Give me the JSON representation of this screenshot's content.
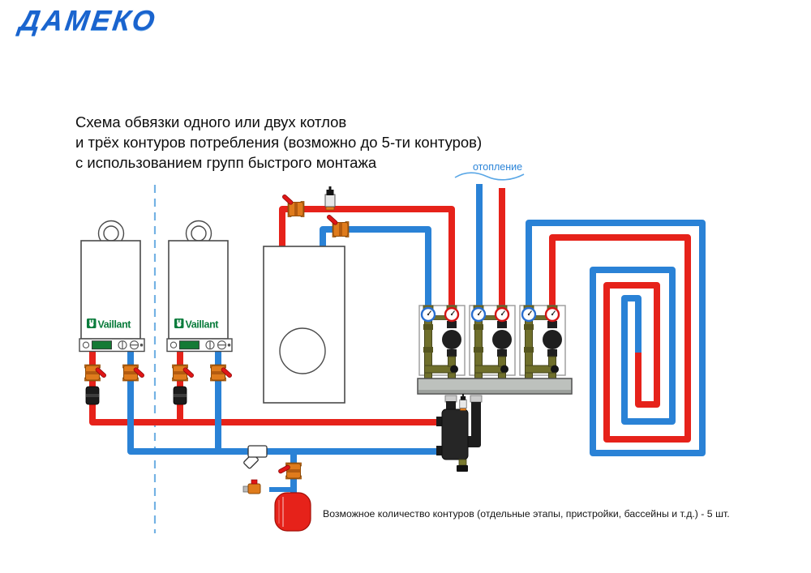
{
  "logo": {
    "text": "ДАМЕКО"
  },
  "title": {
    "line1": "Схема обвязки одного или двух котлов",
    "line2": "и трёх контуров потребления (возможно до 5-ти контуров)",
    "line3": "с использованием групп быстрого монтажа"
  },
  "labels": {
    "heating_circuit": "отопление",
    "bottom_note": "Возможное количество контуров (отдельные этапы, пристройки, бассейны и т.д.) - 5 шт.",
    "boiler_brand": "Vaillant"
  },
  "colors": {
    "supply_red": "#e6221a",
    "return_blue": "#2a82d6",
    "valve_orange": "#df7b1c",
    "valve_lever_red": "#e01616",
    "brass_olive": "#6f6f2b",
    "vaillant_green": "#0a7c3c",
    "logo_blue": "#1a64ce",
    "manifold_gray": "#bdc1bd",
    "separator_black": "#262626",
    "expansion_tank_red": "#e6221a",
    "dashed_line_blue": "#74b2e4"
  }
}
